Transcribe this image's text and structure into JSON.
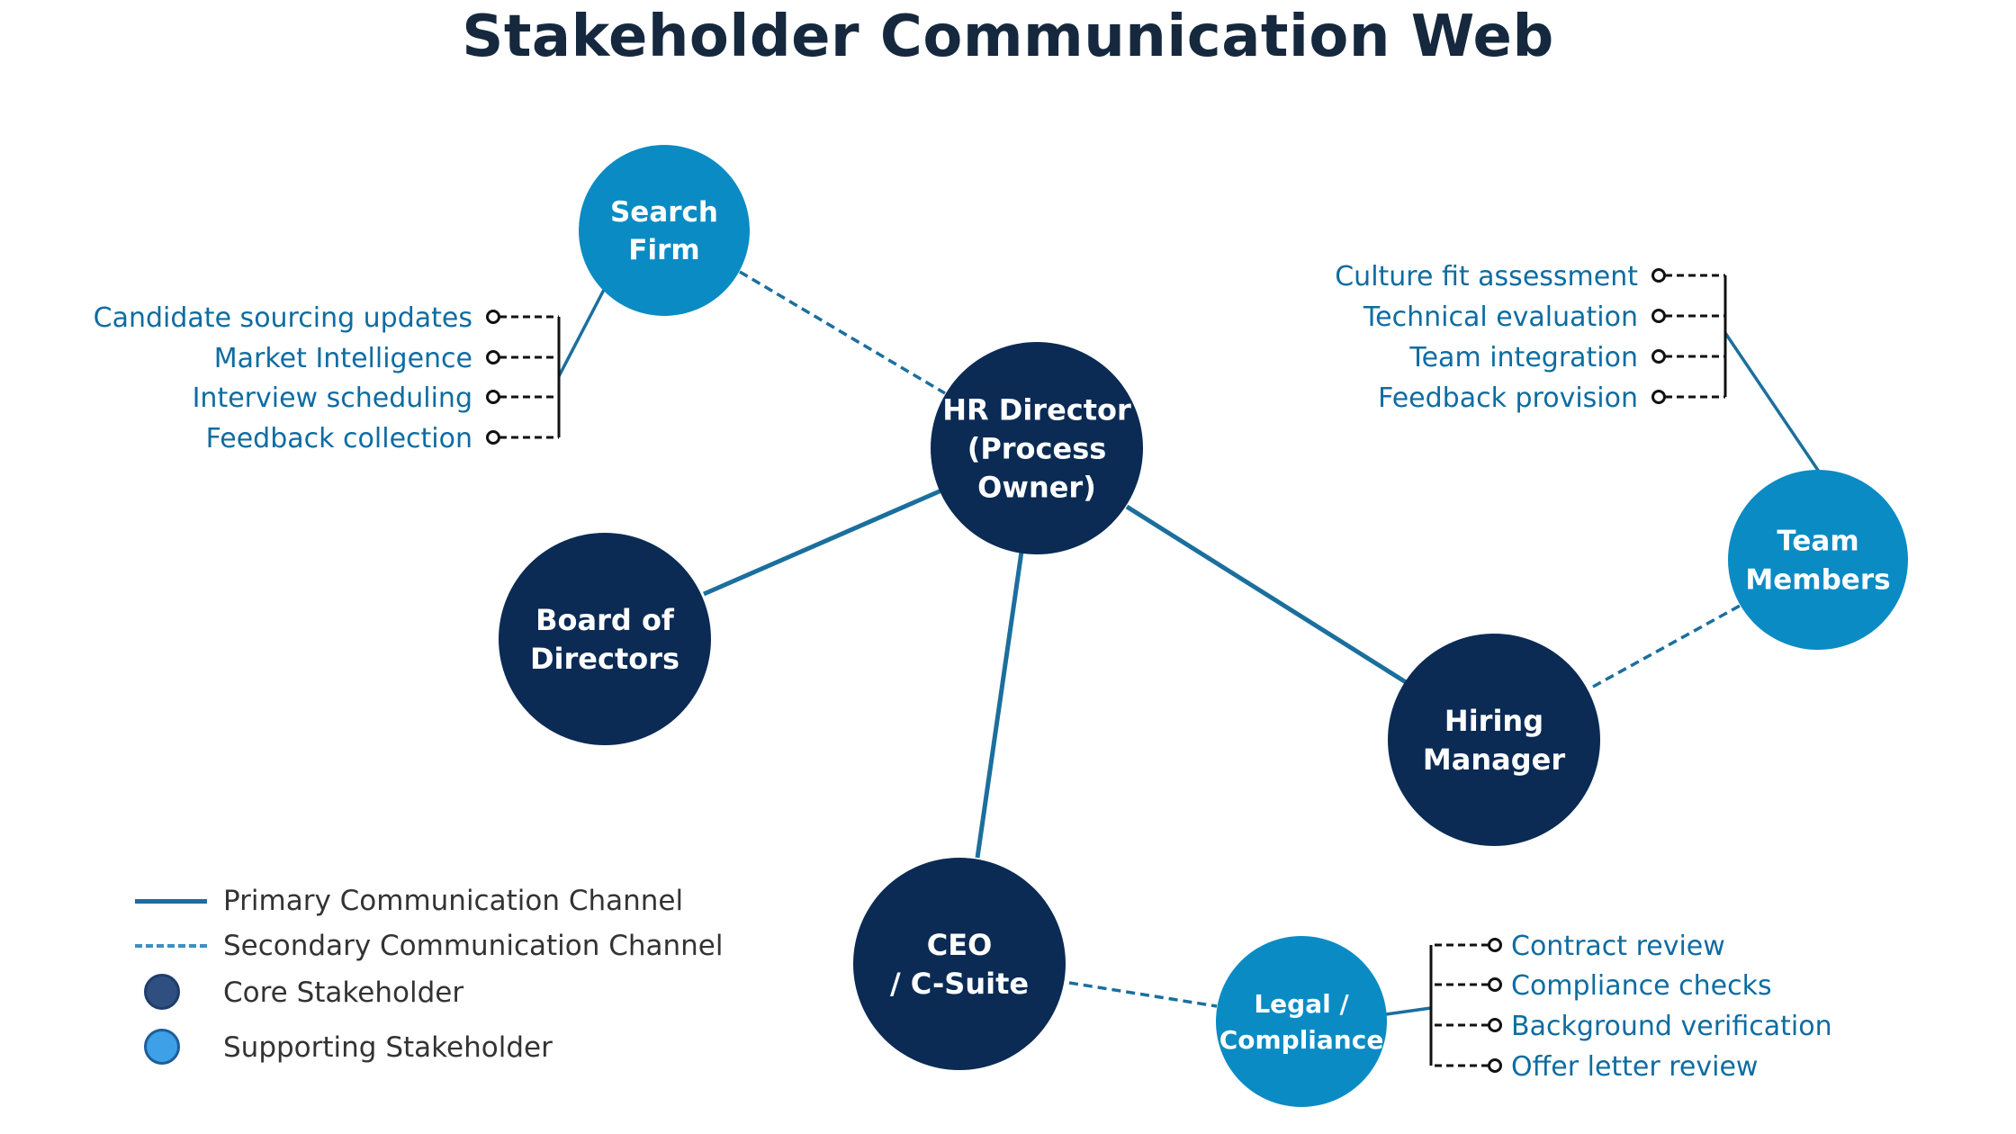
{
  "title": "Stakeholder Communication Web",
  "colors": {
    "core": "#0b2b55",
    "supporting": "#0a8bc4",
    "edge": "#1b6f9d",
    "bullet_text": "#0e6ca1",
    "bracket": "#111111",
    "title": "#15283d"
  },
  "nodes": [
    {
      "id": "search-firm",
      "kind": "supporting",
      "lines": [
        "Search",
        "Firm"
      ]
    },
    {
      "id": "hr-director",
      "kind": "core",
      "lines": [
        "HR Director",
        "(Process",
        "Owner)"
      ]
    },
    {
      "id": "board",
      "kind": "core",
      "lines": [
        "Board of",
        "Directors"
      ]
    },
    {
      "id": "hiring-manager",
      "kind": "core",
      "lines": [
        "Hiring",
        "Manager"
      ]
    },
    {
      "id": "team-members",
      "kind": "supporting",
      "lines": [
        "Team",
        "Members"
      ]
    },
    {
      "id": "ceo",
      "kind": "core",
      "lines": [
        "CEO",
        "/ C-Suite"
      ]
    },
    {
      "id": "legal",
      "kind": "supporting",
      "lines": [
        "Legal /",
        "Compliance"
      ]
    }
  ],
  "edges": [
    {
      "from": "search-firm",
      "to": "hr-director",
      "type": "secondary"
    },
    {
      "from": "hr-director",
      "to": "board",
      "type": "primary"
    },
    {
      "from": "hr-director",
      "to": "ceo",
      "type": "primary"
    },
    {
      "from": "hr-director",
      "to": "hiring-manager",
      "type": "primary"
    },
    {
      "from": "hiring-manager",
      "to": "team-members",
      "type": "secondary"
    },
    {
      "from": "ceo",
      "to": "legal",
      "type": "secondary"
    }
  ],
  "responsibilities": {
    "search-firm": [
      "Candidate sourcing updates",
      "Market Intelligence",
      "Interview scheduling",
      "Feedback collection"
    ],
    "team-members": [
      "Culture fit assessment",
      "Technical evaluation",
      "Team integration",
      "Feedback provision"
    ],
    "legal": [
      "Contract review",
      "Compliance checks",
      "Background verification",
      "Offer letter review"
    ]
  },
  "legend": {
    "primary": "Primary Communication Channel",
    "secondary": "Secondary Communication Channel",
    "core": "Core Stakeholder",
    "supporting": "Supporting Stakeholder"
  }
}
